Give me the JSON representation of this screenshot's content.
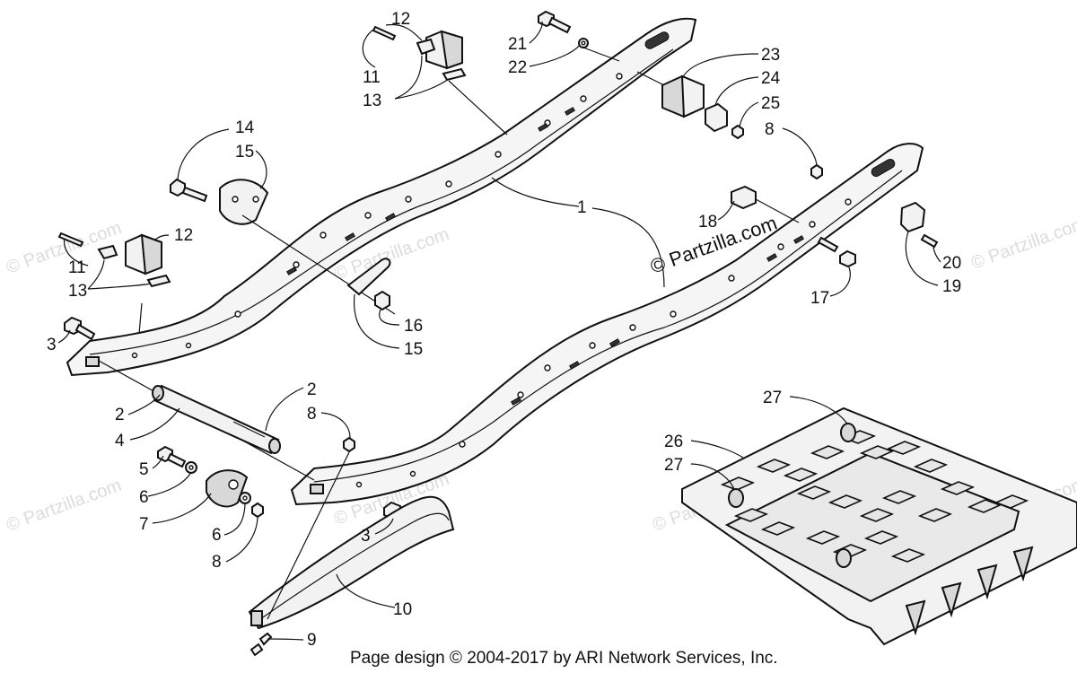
{
  "watermark": {
    "text": "© Partzilla.com",
    "prominent_text": "© Partzilla.com"
  },
  "footer": {
    "text": "Page design © 2004-2017 by ARI Network Services, Inc."
  },
  "callouts": [
    {
      "id": "1",
      "text": "1"
    },
    {
      "id": "2a",
      "text": "2"
    },
    {
      "id": "2b",
      "text": "2"
    },
    {
      "id": "3a",
      "text": "3"
    },
    {
      "id": "3b",
      "text": "3"
    },
    {
      "id": "4",
      "text": "4"
    },
    {
      "id": "5",
      "text": "5"
    },
    {
      "id": "6a",
      "text": "6"
    },
    {
      "id": "6b",
      "text": "6"
    },
    {
      "id": "7",
      "text": "7"
    },
    {
      "id": "8a",
      "text": "8"
    },
    {
      "id": "8b",
      "text": "8"
    },
    {
      "id": "8c",
      "text": "8"
    },
    {
      "id": "9",
      "text": "9"
    },
    {
      "id": "10",
      "text": "10"
    },
    {
      "id": "11a",
      "text": "11"
    },
    {
      "id": "11b",
      "text": "11"
    },
    {
      "id": "12a",
      "text": "12"
    },
    {
      "id": "12b",
      "text": "12"
    },
    {
      "id": "13a",
      "text": "13"
    },
    {
      "id": "13b",
      "text": "13"
    },
    {
      "id": "14",
      "text": "14"
    },
    {
      "id": "15a",
      "text": "15"
    },
    {
      "id": "15b",
      "text": "15"
    },
    {
      "id": "16",
      "text": "16"
    },
    {
      "id": "17",
      "text": "17"
    },
    {
      "id": "18",
      "text": "18"
    },
    {
      "id": "19",
      "text": "19"
    },
    {
      "id": "20",
      "text": "20"
    },
    {
      "id": "21",
      "text": "21"
    },
    {
      "id": "22",
      "text": "22"
    },
    {
      "id": "23",
      "text": "23"
    },
    {
      "id": "24",
      "text": "24"
    },
    {
      "id": "25",
      "text": "25"
    },
    {
      "id": "26",
      "text": "26"
    },
    {
      "id": "27a",
      "text": "27"
    },
    {
      "id": "27b",
      "text": "27"
    }
  ]
}
